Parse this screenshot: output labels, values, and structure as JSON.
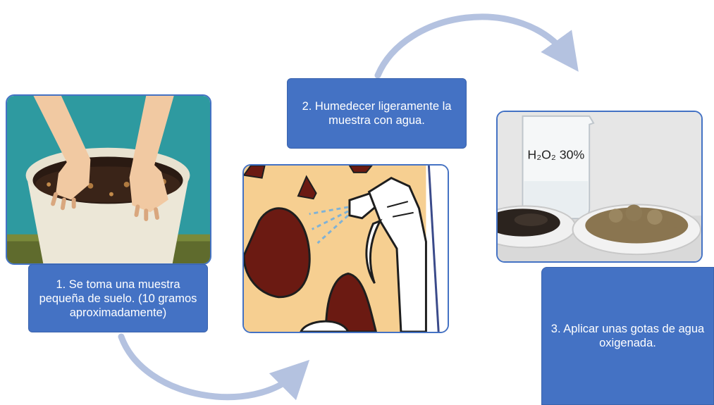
{
  "steps": [
    {
      "text": "1. Se toma una muestra pequeña de suelo. (10 gramos aproximadamente)"
    },
    {
      "text": "2. Humedecer ligeramente la muestra con agua."
    },
    {
      "text": "3. Aplicar unas gotas de agua oxigenada."
    }
  ],
  "beaker_label": "H₂O₂ 30%",
  "colors": {
    "box": "#4472c4",
    "arrow": "#b4c2e0",
    "soil": "#6b1a12"
  }
}
